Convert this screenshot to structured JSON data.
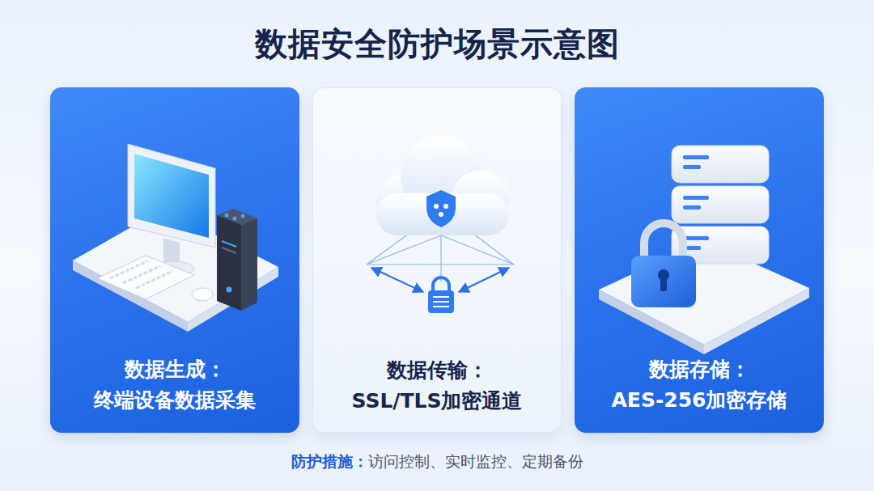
{
  "diagram": {
    "title": "数据安全防护场景示意图",
    "nodes": [
      {
        "text": [
          "数据生成：",
          "终端设备数据采集"
        ]
      },
      {
        "text": [
          "数据传输：",
          "SSL/TLS加密通道"
        ]
      },
      {
        "text": [
          "数据存储：",
          "AES-256加密存储"
        ]
      }
    ],
    "labels": [
      "防护措施：",
      "访问控制、实时监控、定期备份"
    ]
  }
}
